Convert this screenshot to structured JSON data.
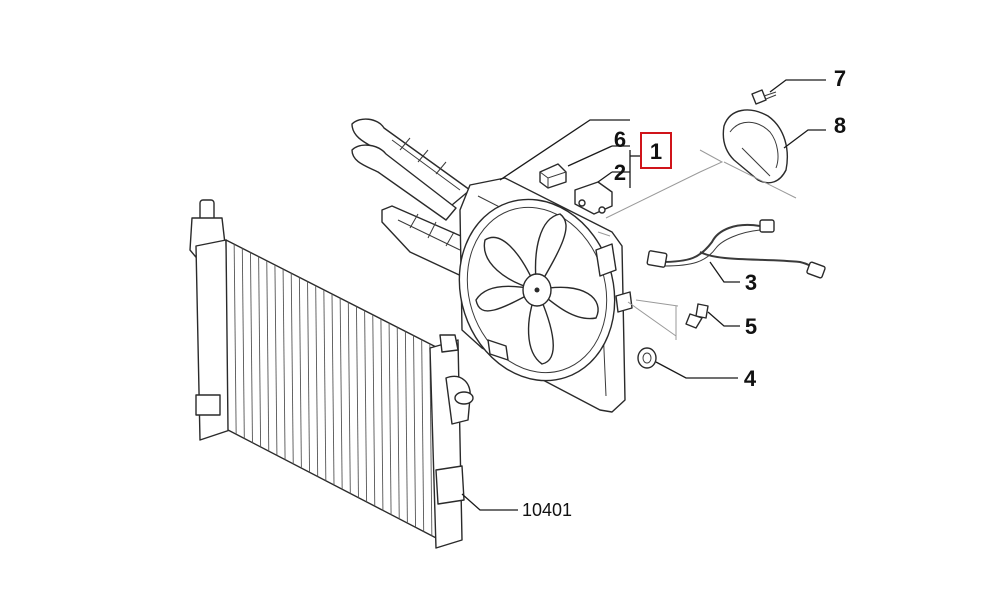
{
  "callouts": {
    "c1": "1",
    "c2": "2",
    "c3": "3",
    "c4": "4",
    "c5": "5",
    "c6": "6",
    "c7": "7",
    "c8": "8",
    "radiator": "10401"
  },
  "colors": {
    "highlight": "#d0141a",
    "line": "#2a2a2a",
    "background": "#ffffff"
  }
}
